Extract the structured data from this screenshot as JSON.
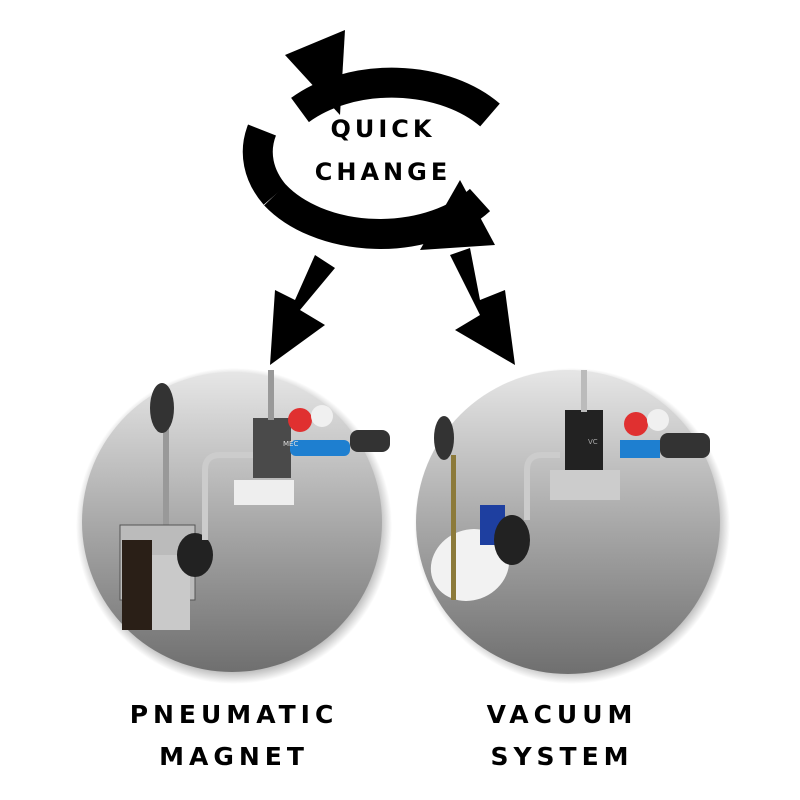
{
  "title": {
    "line1": "QUICK",
    "line2": "CHANGE"
  },
  "options": [
    {
      "line1": "PNEUMATIC",
      "line2": "MAGNET",
      "device_label": "MEC"
    },
    {
      "line1": "VACUUM",
      "line2": "SYSTEM",
      "device_label": "VC"
    }
  ],
  "colors": {
    "arrow": "#000000",
    "circle_light": "#e2e2e2",
    "circle_dark": "#7a7a7a",
    "blue_fitting": "#1e7fd0",
    "red_button": "#e03030"
  }
}
